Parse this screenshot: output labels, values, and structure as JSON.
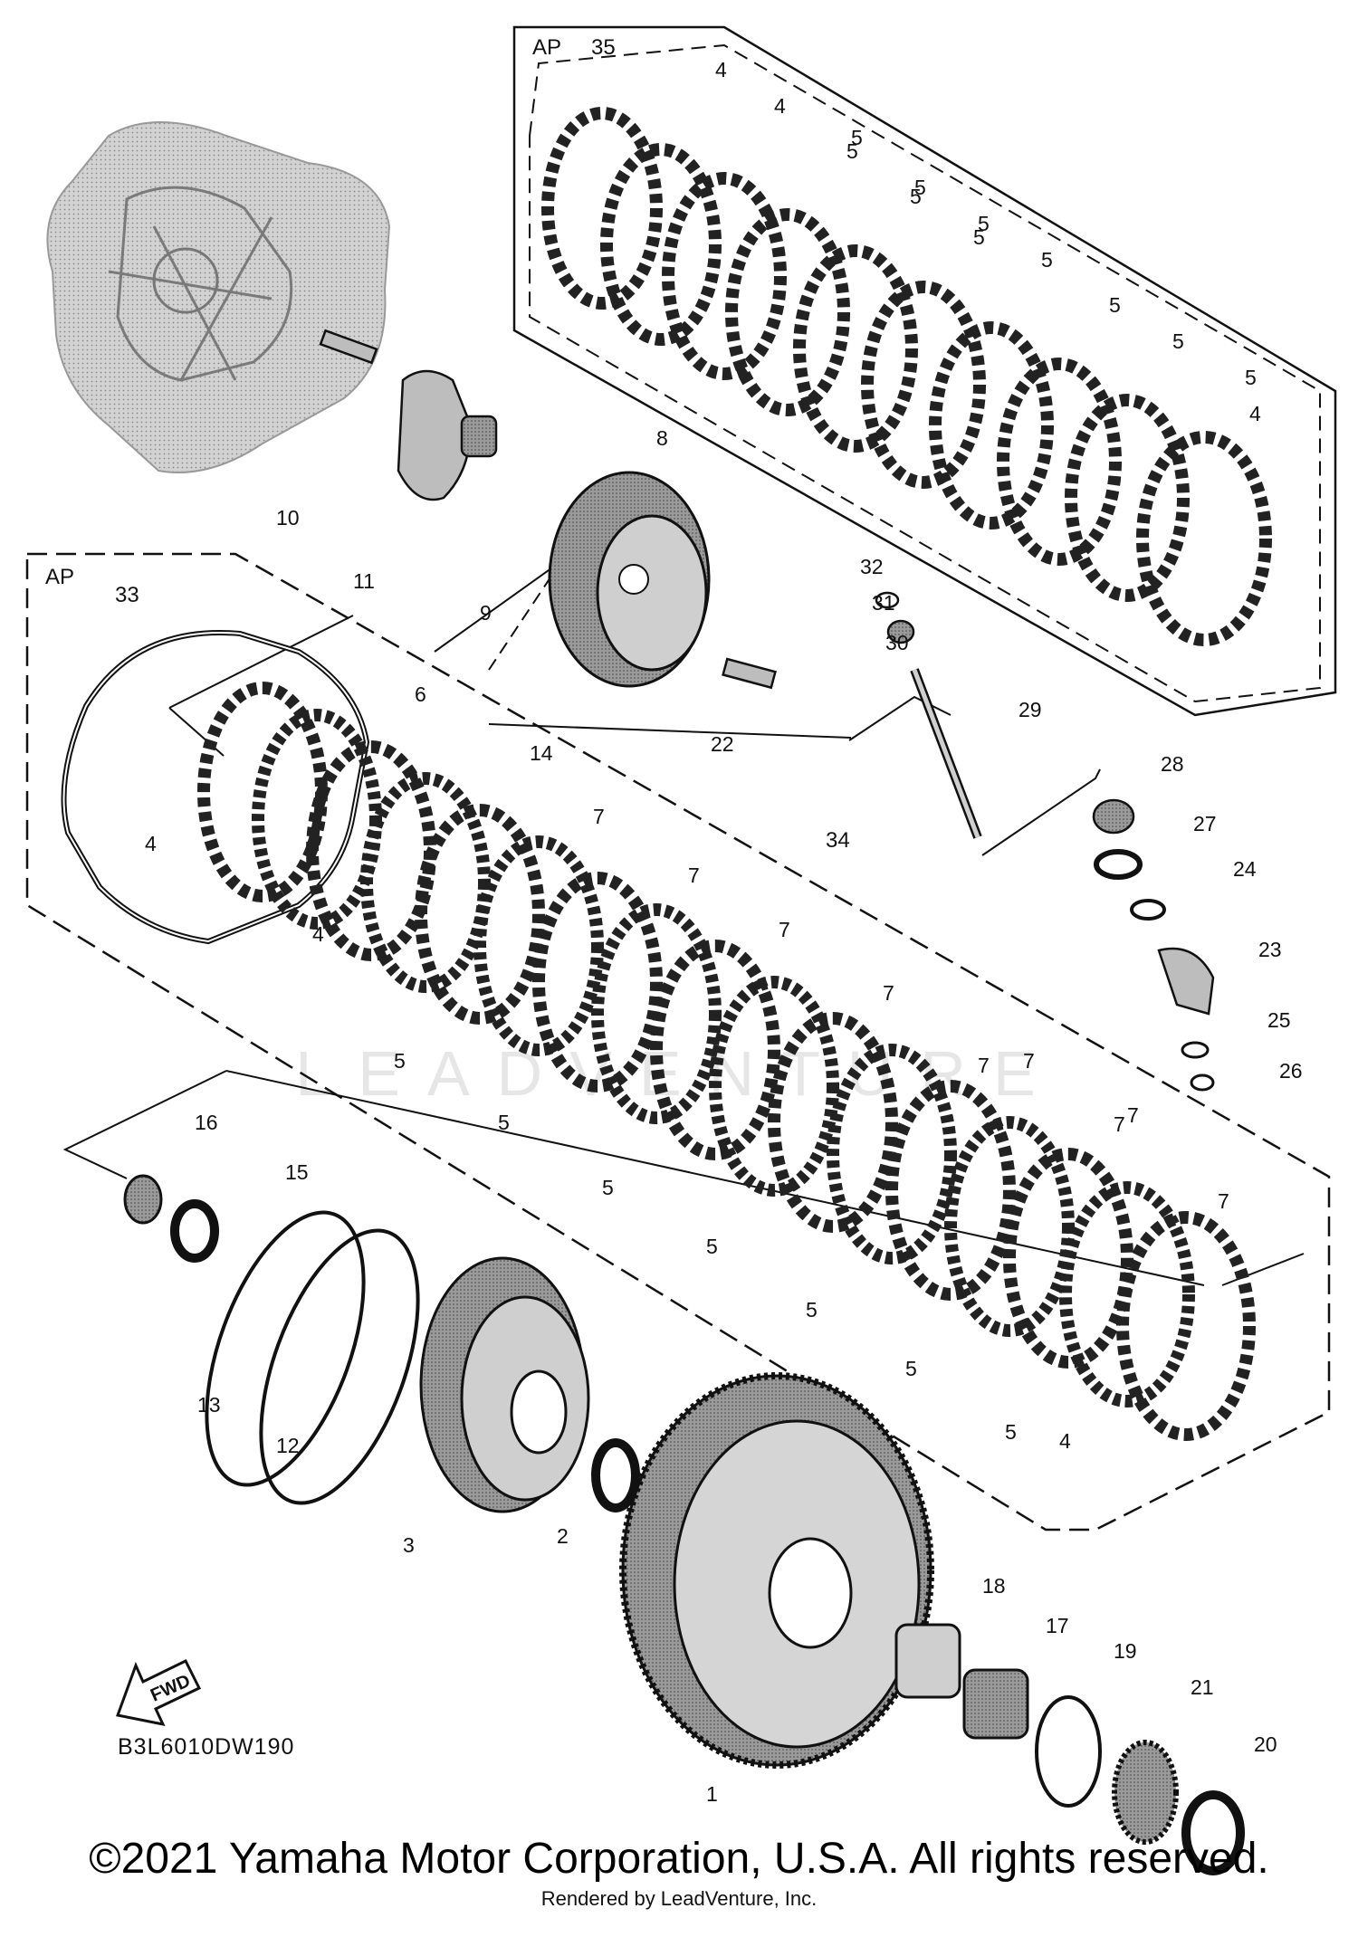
{
  "diagram": {
    "group_labels": [
      "AP",
      "35",
      "AP",
      "33",
      "34"
    ],
    "callouts": [
      "1",
      "2",
      "3",
      "4",
      "4",
      "4",
      "4",
      "4",
      "4",
      "5",
      "5",
      "5",
      "5",
      "5",
      "5",
      "5",
      "5",
      "5",
      "5",
      "5",
      "5",
      "5",
      "5",
      "5",
      "5",
      "5",
      "6",
      "7",
      "7",
      "7",
      "7",
      "7",
      "7",
      "7",
      "7",
      "7",
      "8",
      "9",
      "10",
      "11",
      "12",
      "13",
      "14",
      "15",
      "16",
      "17",
      "18",
      "19",
      "20",
      "21",
      "22",
      "23",
      "24",
      "25",
      "26",
      "27",
      "28",
      "29",
      "30",
      "31",
      "32"
    ],
    "fwd_label": "FWD",
    "diagram_code": "B3L6010DW190",
    "copyright": "©2021 Yamaha Motor Corporation, U.S.A. All rights reserved.",
    "rendered_by": "Rendered by LeadVenture, Inc.",
    "watermark": "LEADVENTURE"
  }
}
